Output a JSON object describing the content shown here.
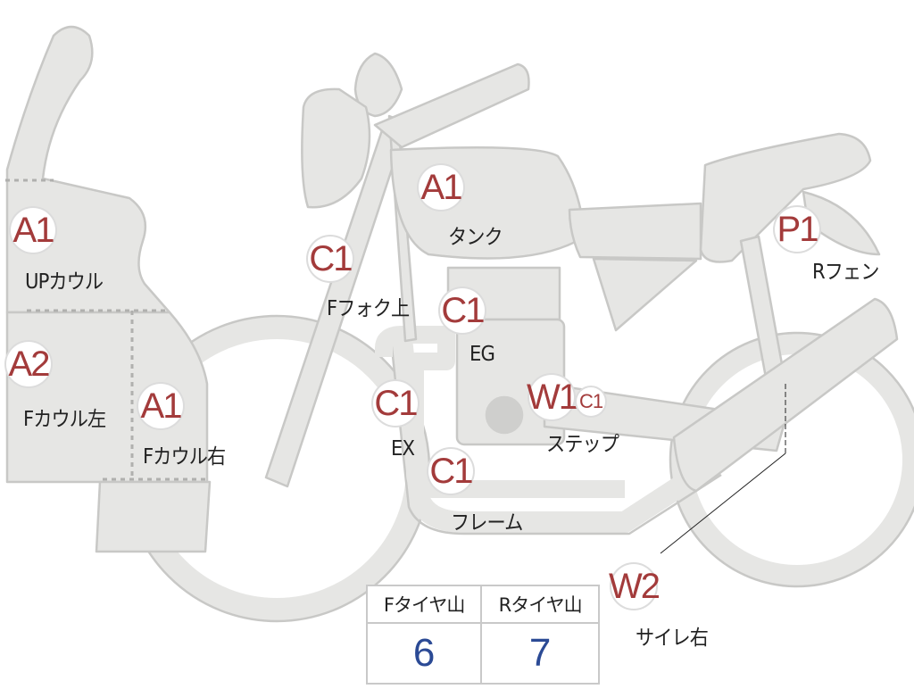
{
  "parts": [
    {
      "code": "A1",
      "label": "UPカウル"
    },
    {
      "code": "A2",
      "label": "Fカウル左"
    },
    {
      "code": "A1",
      "label": "Fカウル右"
    },
    {
      "code": "C1",
      "label": "Fフォク上"
    },
    {
      "code": "A1",
      "label": "タンク"
    },
    {
      "code": "C1",
      "label": "EG"
    },
    {
      "code": "C1",
      "label": "EX"
    },
    {
      "code": "W1",
      "label": "ステップ"
    },
    {
      "code": "C1",
      "label": ""
    },
    {
      "code": "C1",
      "label": "フレーム"
    },
    {
      "code": "P1",
      "label": "Rフェン"
    },
    {
      "code": "W2",
      "label": "サイレ右"
    }
  ],
  "tire_tread": {
    "headers": [
      "Fタイヤ山",
      "Rタイヤ山"
    ],
    "values": [
      "6",
      "7"
    ]
  },
  "colors": {
    "part_fill": "#e6e6e4",
    "part_outline": "#c8c8c6",
    "badge_text": "#a33b3b",
    "tread_value": "#2b4a95"
  }
}
